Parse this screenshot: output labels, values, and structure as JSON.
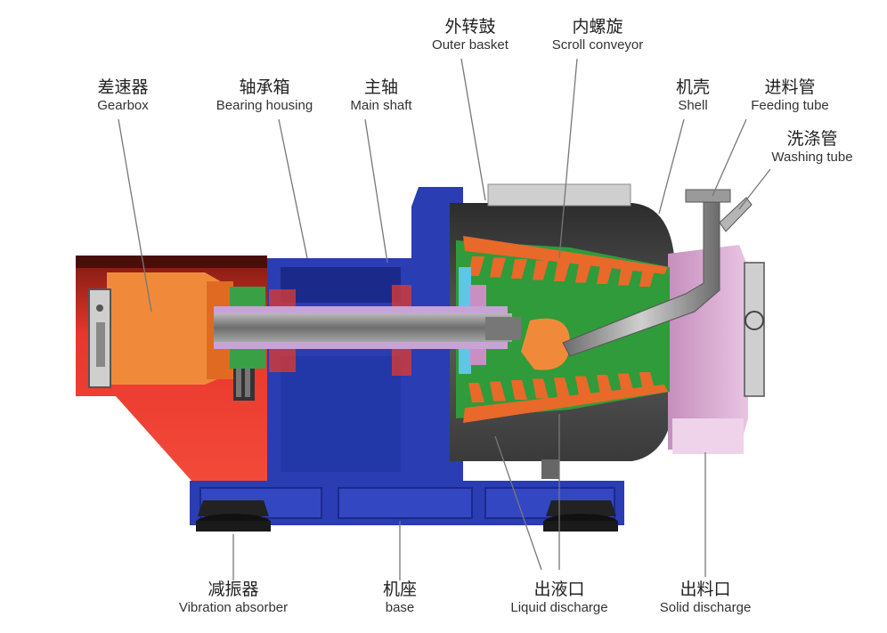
{
  "labels": {
    "outer_basket": {
      "zh": "外转鼓",
      "en": "Outer basket"
    },
    "scroll_conveyor": {
      "zh": "内螺旋",
      "en": "Scroll conveyor"
    },
    "gearbox": {
      "zh": "差速器",
      "en": "Gearbox"
    },
    "bearing_housing": {
      "zh": "轴承箱",
      "en": "Bearing housing"
    },
    "main_shaft": {
      "zh": "主轴",
      "en": "Main shaft"
    },
    "shell": {
      "zh": "机壳",
      "en": "Shell"
    },
    "feeding_tube": {
      "zh": "进料管",
      "en": "Feeding tube"
    },
    "washing_tube": {
      "zh": "洗涤管",
      "en": "Washing tube"
    },
    "vibration_absorber": {
      "zh": "减振器",
      "en": "Vibration absorber"
    },
    "base": {
      "zh": "机座",
      "en": "base"
    },
    "liquid_discharge": {
      "zh": "出液口",
      "en": "Liquid discharge"
    },
    "solid_discharge": {
      "zh": "出料口",
      "en": "Solid discharge"
    }
  },
  "colors": {
    "base_blue": "#2a3db3",
    "dark_blue": "#1b2a8a",
    "shell_grey": "#4a4a4a",
    "gearbox_orange": "#f08a3a",
    "red": "#e8362c",
    "green": "#2f9b3a",
    "orange_fins": "#e8692a",
    "pink_hood": "#d9a6cf",
    "shaft_grey": "#8b8b8b",
    "leader": "#777777"
  }
}
